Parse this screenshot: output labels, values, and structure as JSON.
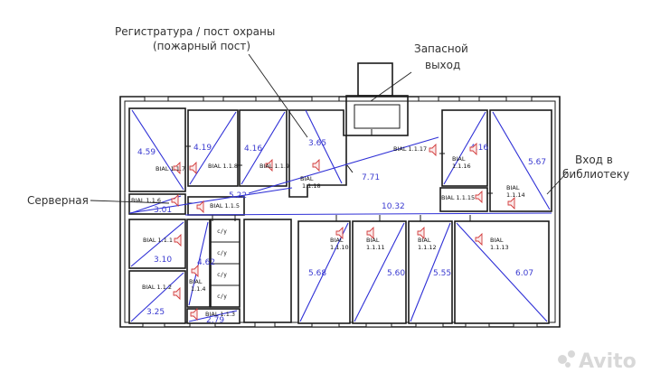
{
  "callouts": {
    "reception": "Регистратура / пост охраны",
    "fire_post": "(пожарный пост)",
    "emergency_line1": "Запасной",
    "emergency_line2": "выход",
    "library_line1": "Вход в",
    "library_line2": "библиотеку",
    "server": "Серверная"
  },
  "speakers": [
    {
      "id": "BIAL 1.1.7",
      "l1": "BIAL 1.1.7",
      "l2": ""
    },
    {
      "id": "BIAL 1.1.8",
      "l1": "BIAL 1.1.8",
      "l2": ""
    },
    {
      "id": "BIAL 1.1.9",
      "l1": "BIAL 1.1.9",
      "l2": ""
    },
    {
      "id": "BIAL 1.1.18",
      "l1": "BIAL",
      "l2": "1.1.18"
    },
    {
      "id": "BIAL 1.1.17",
      "l1": "BIAL 1.1.17",
      "l2": ""
    },
    {
      "id": "BIAL 1.1.16 (east)",
      "l1": "BIAL",
      "l2": "1.1.16"
    },
    {
      "id": "BIAL 1.1.14",
      "l1": "BIAL",
      "l2": "1.1.14"
    },
    {
      "id": "BIAL 1.1.6",
      "l1": "BIAL 1.1.6",
      "l2": ""
    },
    {
      "id": "BIAL 1.1.5",
      "l1": "BIAL 1.1.5",
      "l2": ""
    },
    {
      "id": "BIAL 1.1.15",
      "l1": "BIAL 1.1.15",
      "l2": ""
    },
    {
      "id": "BIAL 1.1.1",
      "l1": "BIAL 1.1.1",
      "l2": ""
    },
    {
      "id": "BIAL 1.1.2",
      "l1": "BIAL 1.1.2",
      "l2": ""
    },
    {
      "id": "BIAL 1.1.4",
      "l1": "BIAL",
      "l2": "1.1.4"
    },
    {
      "id": "BIAL 1.1.3",
      "l1": "BIAL 1.1.3",
      "l2": ""
    },
    {
      "id": "BIAL 1.1.10",
      "l1": "BIAL",
      "l2": "1.1.10"
    },
    {
      "id": "BIAL 1.1.11",
      "l1": "BIAL",
      "l2": "1.1.11"
    },
    {
      "id": "BIAL 1.1.12",
      "l1": "BIAL",
      "l2": "1.1.12"
    },
    {
      "id": "BIAL 1.1.13",
      "l1": "BIAL",
      "l2": "1.1.13"
    }
  ],
  "distances": [
    "4.59",
    "4.19",
    "4.16",
    "3.65",
    "7.71",
    "4.16",
    "5.67",
    "5.22",
    "3.01",
    "10.32",
    "3.10",
    "4.62",
    "3.25",
    "2.79",
    "5.68",
    "5.60",
    "5.55",
    "6.07"
  ],
  "wc_labels": [
    "с/у",
    "с/у",
    "с/у",
    "с/у"
  ],
  "watermark": "Avito"
}
